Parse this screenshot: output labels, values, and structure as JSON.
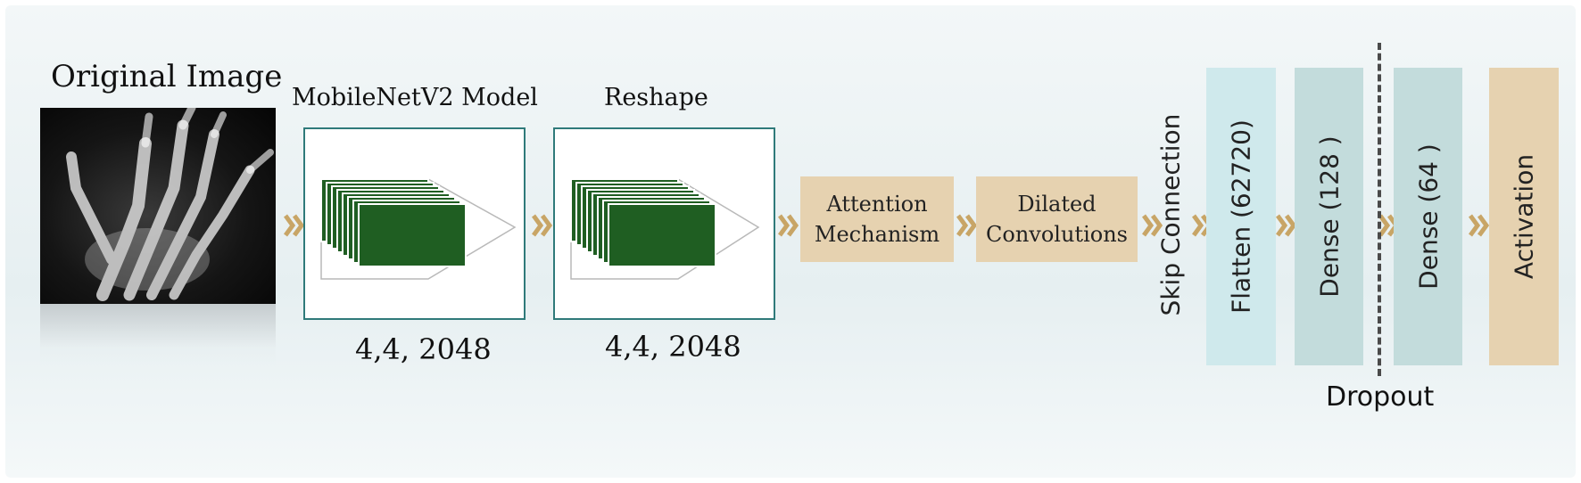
{
  "input": {
    "title": "Original Image"
  },
  "backbone": {
    "title": "MobileNetV2 Model",
    "shape": "4,4, 2048"
  },
  "reshape": {
    "title": "Reshape",
    "shape": "4,4, 2048"
  },
  "attention": {
    "line1": "Attention",
    "line2": "Mechanism"
  },
  "dilated": {
    "line1": "Dilated",
    "line2": "Convolutions"
  },
  "skip": {
    "label": "Skip Connection"
  },
  "layers": {
    "flatten": "Flatten (62720)",
    "dense1": "Dense (128 )",
    "dense2": "Dense (64 )",
    "activation": "Activation"
  },
  "dropout": {
    "label": "Dropout"
  },
  "colors": {
    "teal_border": "#2f7a7a",
    "feature_green": "#1f5e22",
    "tan": "#e6d2b0",
    "light_cyan": "#cfe9ec",
    "grey_teal": "#c3dcdc",
    "arrow_gold": "#c8a566"
  }
}
